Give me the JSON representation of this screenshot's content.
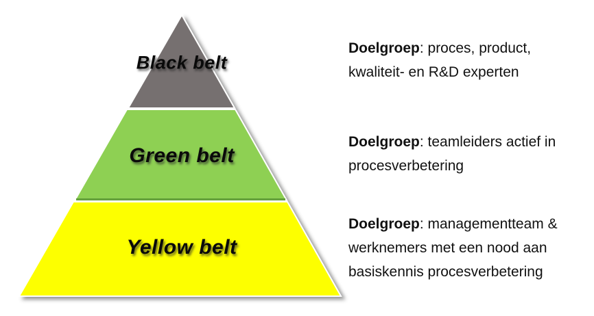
{
  "canvas": {
    "background": "#ffffff"
  },
  "pyramid": {
    "levels": [
      {
        "id": "black-belt",
        "label": "Black belt",
        "color": "#767070"
      },
      {
        "id": "green-belt",
        "label": "Green belt",
        "color": "#8ed052",
        "bottom_edge_color": "#64a03c"
      },
      {
        "id": "yellow-belt",
        "label": "Yellow belt",
        "color": "#fdff00"
      }
    ]
  },
  "descriptions": [
    {
      "label": "Doelgroep",
      "text": ": proces, product,\nkwaliteit- en R&D experten"
    },
    {
      "label": "Doelgroep",
      "text": ": teamleiders actief in\nprocesverbetering"
    },
    {
      "label": "Doelgroep",
      "text": ": managementteam &\nwerknemers met een nood aan\nbasiskennis procesverbetering"
    }
  ]
}
